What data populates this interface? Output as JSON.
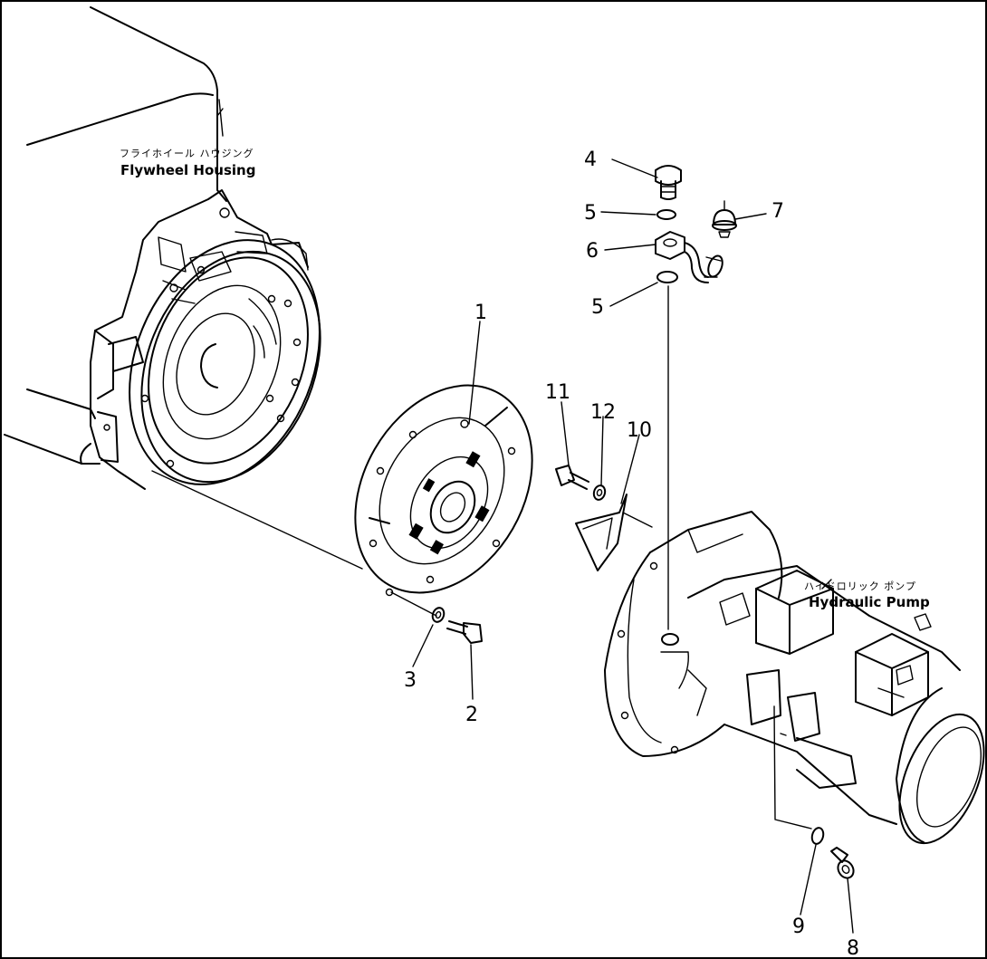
{
  "labels": {
    "flywheel_housing_jp": "フライホイール ハウジング",
    "flywheel_housing_en": "Flywheel Housing",
    "hydraulic_pump_jp": "ハイドロリック ポンプ",
    "hydraulic_pump_en": "Hydraulic Pump"
  },
  "callouts": [
    "1",
    "2",
    "3",
    "4",
    "5",
    "5",
    "6",
    "7",
    "8",
    "9",
    "10",
    "11",
    "12"
  ]
}
